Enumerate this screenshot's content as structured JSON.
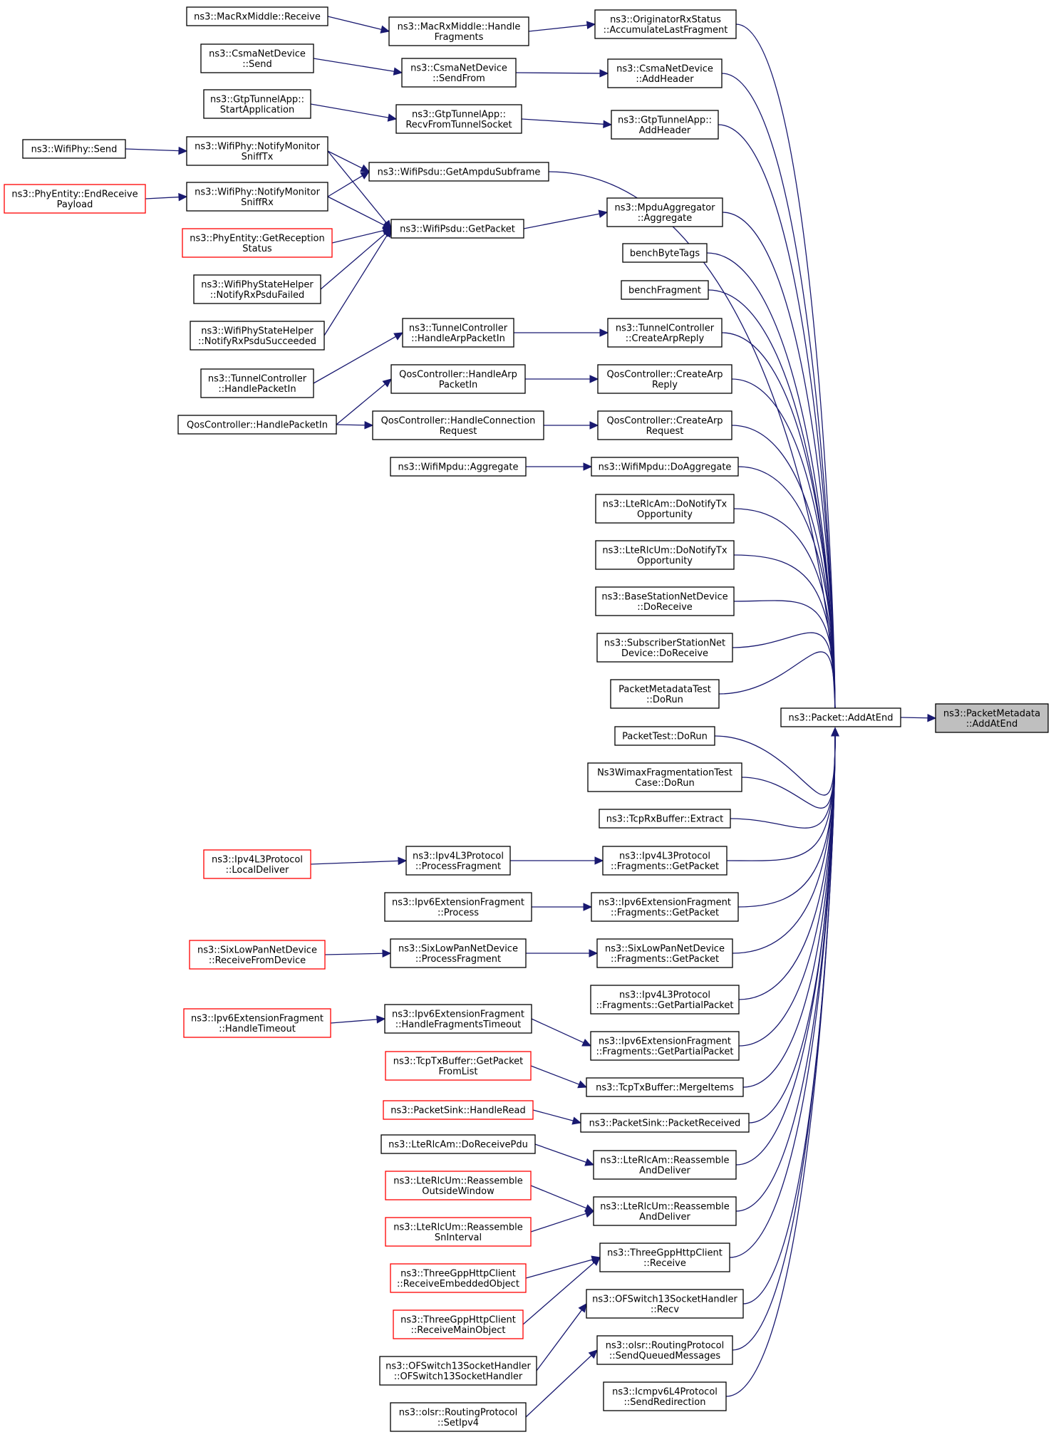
{
  "diagram": {
    "nodes": [
      {
        "id": "root",
        "lines": [
          "ns3::PacketMetadata",
          "::AddAtEnd"
        ],
        "style": "grey"
      },
      {
        "id": "addAtEnd",
        "lines": [
          "ns3::Packet::AddAtEnd"
        ],
        "style": "normal"
      },
      {
        "id": "orig",
        "lines": [
          "ns3::OriginatorRxStatus",
          "::AccumulateLastFragment"
        ],
        "style": "normal"
      },
      {
        "id": "csmaAdd",
        "lines": [
          "ns3::CsmaNetDevice",
          "::AddHeader"
        ],
        "style": "normal"
      },
      {
        "id": "gtpAdd",
        "lines": [
          "ns3::GtpTunnelApp::",
          "AddHeader"
        ],
        "style": "normal"
      },
      {
        "id": "psduSub",
        "lines": [
          "ns3::WifiPsdu::GetAmpduSubframe"
        ],
        "style": "normal"
      },
      {
        "id": "mpduAgg",
        "lines": [
          "ns3::MpduAggregator",
          "::Aggregate"
        ],
        "style": "normal"
      },
      {
        "id": "benchBT",
        "lines": [
          "benchByteTags"
        ],
        "style": "normal"
      },
      {
        "id": "benchFr",
        "lines": [
          "benchFragment"
        ],
        "style": "normal"
      },
      {
        "id": "tcArp",
        "lines": [
          "ns3::TunnelController",
          "::CreateArpReply"
        ],
        "style": "normal"
      },
      {
        "id": "qosArpR",
        "lines": [
          "QosController::CreateArp",
          "Reply"
        ],
        "style": "normal"
      },
      {
        "id": "qosArpQ",
        "lines": [
          "QosController::CreateArp",
          "Request"
        ],
        "style": "normal"
      },
      {
        "id": "mpduDo",
        "lines": [
          "ns3::WifiMpdu::DoAggregate"
        ],
        "style": "normal"
      },
      {
        "id": "rlcAmTx",
        "lines": [
          "ns3::LteRlcAm::DoNotifyTx",
          "Opportunity"
        ],
        "style": "normal"
      },
      {
        "id": "rlcUmTx",
        "lines": [
          "ns3::LteRlcUm::DoNotifyTx",
          "Opportunity"
        ],
        "style": "normal"
      },
      {
        "id": "bsRecv",
        "lines": [
          "ns3::BaseStationNetDevice",
          "::DoReceive"
        ],
        "style": "normal"
      },
      {
        "id": "ssRecv",
        "lines": [
          "ns3::SubscriberStationNet",
          "Device::DoReceive"
        ],
        "style": "normal"
      },
      {
        "id": "pmTest",
        "lines": [
          "PacketMetadataTest",
          "::DoRun"
        ],
        "style": "normal"
      },
      {
        "id": "pTest",
        "lines": [
          "PacketTest::DoRun"
        ],
        "style": "normal"
      },
      {
        "id": "wimaxFr",
        "lines": [
          "Ns3WimaxFragmentationTest",
          "Case::DoRun"
        ],
        "style": "normal"
      },
      {
        "id": "tcpExt",
        "lines": [
          "ns3::TcpRxBuffer::Extract"
        ],
        "style": "normal"
      },
      {
        "id": "ipv4GP",
        "lines": [
          "ns3::Ipv4L3Protocol",
          "::Fragments::GetPacket"
        ],
        "style": "normal"
      },
      {
        "id": "ipv6GP",
        "lines": [
          "ns3::Ipv6ExtensionFragment",
          "::Fragments::GetPacket"
        ],
        "style": "normal"
      },
      {
        "id": "sixGP",
        "lines": [
          "ns3::SixLowPanNetDevice",
          "::Fragments::GetPacket"
        ],
        "style": "normal"
      },
      {
        "id": "ipv4GPP",
        "lines": [
          "ns3::Ipv4L3Protocol",
          "::Fragments::GetPartialPacket"
        ],
        "style": "normal"
      },
      {
        "id": "ipv6GPP",
        "lines": [
          "ns3::Ipv6ExtensionFragment",
          "::Fragments::GetPartialPacket"
        ],
        "style": "normal"
      },
      {
        "id": "tcpMerge",
        "lines": [
          "ns3::TcpTxBuffer::MergeItems"
        ],
        "style": "normal"
      },
      {
        "id": "sinkPR",
        "lines": [
          "ns3::PacketSink::PacketReceived"
        ],
        "style": "normal"
      },
      {
        "id": "rlcAmRe",
        "lines": [
          "ns3::LteRlcAm::Reassemble",
          "AndDeliver"
        ],
        "style": "normal"
      },
      {
        "id": "rlcUmRe",
        "lines": [
          "ns3::LteRlcUm::Reassemble",
          "AndDeliver"
        ],
        "style": "normal"
      },
      {
        "id": "httpRecv",
        "lines": [
          "ns3::ThreeGppHttpClient",
          "::Receive"
        ],
        "style": "normal"
      },
      {
        "id": "ofsRecv",
        "lines": [
          "ns3::OFSwitch13SocketHandler",
          "::Recv"
        ],
        "style": "normal"
      },
      {
        "id": "olsrSQ",
        "lines": [
          "ns3::olsr::RoutingProtocol",
          "::SendQueuedMessages"
        ],
        "style": "normal"
      },
      {
        "id": "icmpRed",
        "lines": [
          "ns3::Icmpv6L4Protocol",
          "::SendRedirection"
        ],
        "style": "normal"
      },
      {
        "id": "macHF",
        "lines": [
          "ns3::MacRxMiddle::Handle",
          "Fragments"
        ],
        "style": "normal"
      },
      {
        "id": "csmaSF",
        "lines": [
          "ns3::CsmaNetDevice",
          "::SendFrom"
        ],
        "style": "normal"
      },
      {
        "id": "gtpRecv",
        "lines": [
          "ns3::GtpTunnelApp::",
          "RecvFromTunnelSocket"
        ],
        "style": "normal"
      },
      {
        "id": "psduGP",
        "lines": [
          "ns3::WifiPsdu::GetPacket"
        ],
        "style": "normal"
      },
      {
        "id": "tcHArp",
        "lines": [
          "ns3::TunnelController",
          "::HandleArpPacketIn"
        ],
        "style": "normal"
      },
      {
        "id": "qosHArp",
        "lines": [
          "QosController::HandleArp",
          "PacketIn"
        ],
        "style": "normal"
      },
      {
        "id": "qosHConn",
        "lines": [
          "QosController::HandleConnection",
          "Request"
        ],
        "style": "normal"
      },
      {
        "id": "mpduAggr",
        "lines": [
          "ns3::WifiMpdu::Aggregate"
        ],
        "style": "normal"
      },
      {
        "id": "ipv4PF",
        "lines": [
          "ns3::Ipv4L3Protocol",
          "::ProcessFragment"
        ],
        "style": "normal"
      },
      {
        "id": "ipv6Proc",
        "lines": [
          "ns3::Ipv6ExtensionFragment",
          "::Process"
        ],
        "style": "normal"
      },
      {
        "id": "sixPF",
        "lines": [
          "ns3::SixLowPanNetDevice",
          "::ProcessFragment"
        ],
        "style": "normal"
      },
      {
        "id": "ipv6HFT",
        "lines": [
          "ns3::Ipv6ExtensionFragment",
          "::HandleFragmentsTimeout"
        ],
        "style": "normal"
      },
      {
        "id": "tcpGPFL",
        "lines": [
          "ns3::TcpTxBuffer::GetPacket",
          "FromList"
        ],
        "style": "red"
      },
      {
        "id": "sinkHR",
        "lines": [
          "ns3::PacketSink::HandleRead"
        ],
        "style": "red"
      },
      {
        "id": "rlcAmDR",
        "lines": [
          "ns3::LteRlcAm::DoReceivePdu"
        ],
        "style": "normal"
      },
      {
        "id": "rlcUmOW",
        "lines": [
          "ns3::LteRlcUm::Reassemble",
          "OutsideWindow"
        ],
        "style": "red"
      },
      {
        "id": "rlcUmSI",
        "lines": [
          "ns3::LteRlcUm::Reassemble",
          "SnInterval"
        ],
        "style": "red"
      },
      {
        "id": "httpREO",
        "lines": [
          "ns3::ThreeGppHttpClient",
          "::ReceiveEmbeddedObject"
        ],
        "style": "red"
      },
      {
        "id": "httpRMO",
        "lines": [
          "ns3::ThreeGppHttpClient",
          "::ReceiveMainObject"
        ],
        "style": "red"
      },
      {
        "id": "ofsCtor",
        "lines": [
          "ns3::OFSwitch13SocketHandler",
          "::OFSwitch13SocketHandler"
        ],
        "style": "normal"
      },
      {
        "id": "olsrSet",
        "lines": [
          "ns3::olsr::RoutingProtocol",
          "::SetIpv4"
        ],
        "style": "normal"
      },
      {
        "id": "macRecv",
        "lines": [
          "ns3::MacRxMiddle::Receive"
        ],
        "style": "normal"
      },
      {
        "id": "csmaSend",
        "lines": [
          "ns3::CsmaNetDevice",
          "::Send"
        ],
        "style": "normal"
      },
      {
        "id": "gtpStart",
        "lines": [
          "ns3::GtpTunnelApp::",
          "StartApplication"
        ],
        "style": "normal"
      },
      {
        "id": "nmTx",
        "lines": [
          "ns3::WifiPhy::NotifyMonitor",
          "SniffTx"
        ],
        "style": "normal"
      },
      {
        "id": "nmRx",
        "lines": [
          "ns3::WifiPhy::NotifyMonitor",
          "SniffRx"
        ],
        "style": "normal"
      },
      {
        "id": "peGRS",
        "lines": [
          "ns3::PhyEntity::GetReception",
          "Status"
        ],
        "style": "red"
      },
      {
        "id": "pshFail",
        "lines": [
          "ns3::WifiPhyStateHelper",
          "::NotifyRxPsduFailed"
        ],
        "style": "normal"
      },
      {
        "id": "pshSucc",
        "lines": [
          "ns3::WifiPhyStateHelper",
          "::NotifyRxPsduSucceeded"
        ],
        "style": "normal"
      },
      {
        "id": "tcHPI",
        "lines": [
          "ns3::TunnelController",
          "::HandlePacketIn"
        ],
        "style": "normal"
      },
      {
        "id": "qosHPI",
        "lines": [
          "QosController::HandlePacketIn"
        ],
        "style": "normal"
      },
      {
        "id": "ipv4LD",
        "lines": [
          "ns3::Ipv4L3Protocol",
          "::LocalDeliver"
        ],
        "style": "red"
      },
      {
        "id": "sixRFD",
        "lines": [
          "ns3::SixLowPanNetDevice",
          "::ReceiveFromDevice"
        ],
        "style": "red"
      },
      {
        "id": "ipv6HT",
        "lines": [
          "ns3::Ipv6ExtensionFragment",
          "::HandleTimeout"
        ],
        "style": "red"
      },
      {
        "id": "wpSend",
        "lines": [
          "ns3::WifiPhy::Send"
        ],
        "style": "normal"
      },
      {
        "id": "peERP",
        "lines": [
          "ns3::PhyEntity::EndReceive",
          "Payload"
        ],
        "style": "red"
      }
    ]
  }
}
